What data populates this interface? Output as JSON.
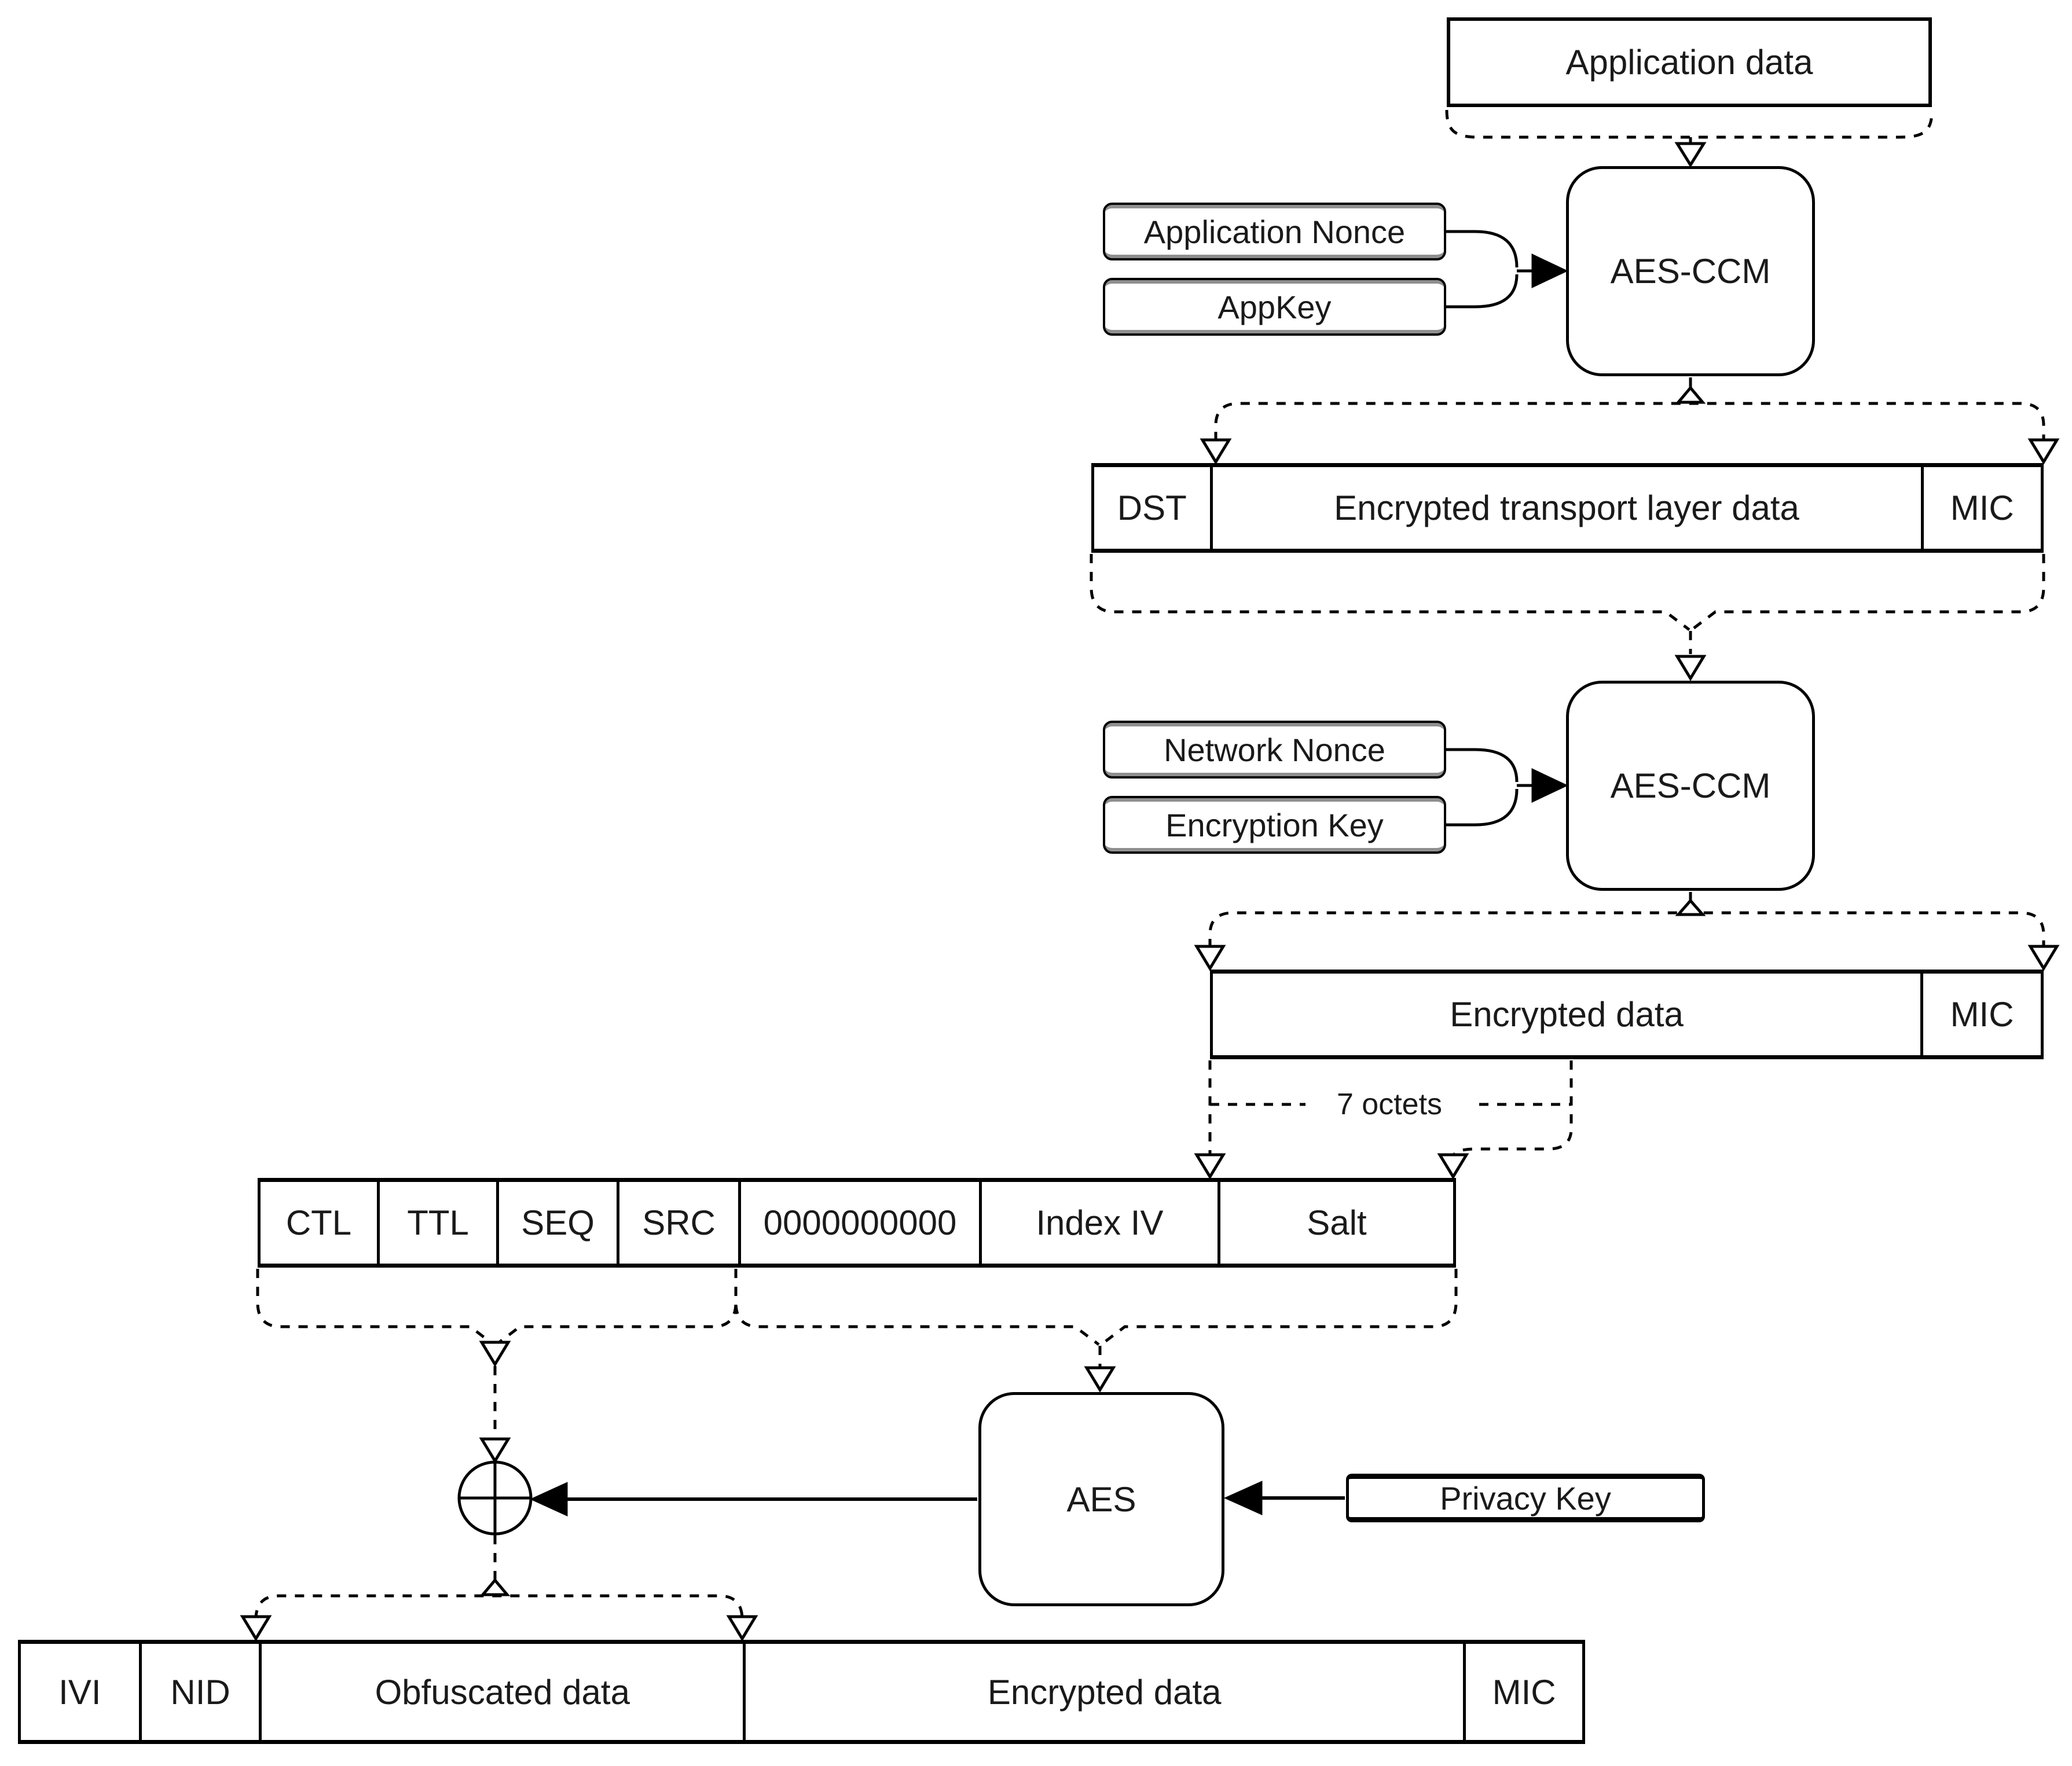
{
  "colors": {
    "line": "#000000",
    "text": "#1a1a1a",
    "shadow_gray": "#8f8f8f",
    "background": "#ffffff"
  },
  "boxes": {
    "application_data": {
      "label": "Application data"
    },
    "application_nonce": {
      "label": "Application Nonce"
    },
    "appkey": {
      "label": "AppKey"
    },
    "aes_ccm_upper": {
      "label": "AES-CCM"
    },
    "network_nonce": {
      "label": "Network Nonce"
    },
    "encryption_key": {
      "label": "Encryption Key"
    },
    "aes_ccm_lower": {
      "label": "AES-CCM"
    },
    "aes": {
      "label": "AES"
    },
    "privacy_key": {
      "label": "Privacy Key"
    }
  },
  "rows": {
    "transport": {
      "cells": [
        "DST",
        "Encrypted transport layer data",
        "MIC"
      ]
    },
    "network": {
      "cells": [
        "Encrypted data",
        "MIC"
      ]
    },
    "nonce_composition": {
      "cells": [
        "CTL",
        "TTL",
        "SEQ",
        "SRC",
        "0000000000",
        "Index IV",
        "Salt"
      ]
    },
    "network_pdu": {
      "cells": [
        "IVI",
        "NID",
        "Obfuscated data",
        "Encrypted data",
        "MIC"
      ]
    }
  },
  "labels": {
    "seven_octets": "7 octets"
  },
  "icons": {
    "xor_symbol": "xor-circle-plus"
  }
}
